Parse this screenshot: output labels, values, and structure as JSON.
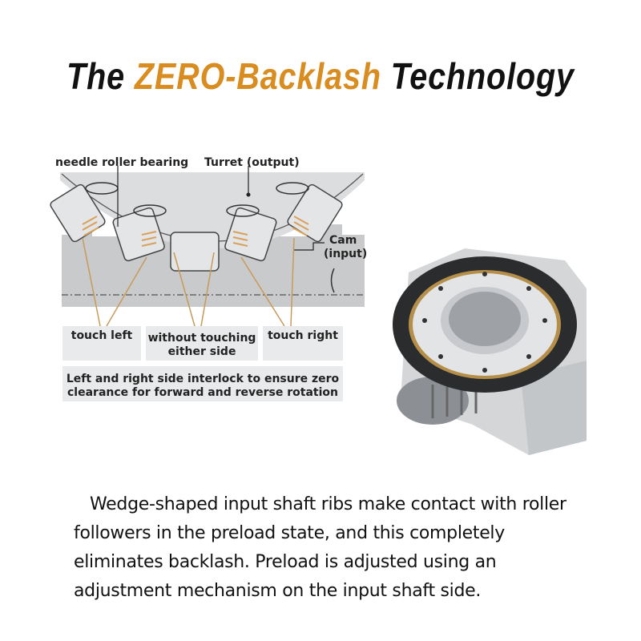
{
  "header": {
    "title_prefix": "The ",
    "title_accent": "ZERO-Backlash",
    "title_suffix": " Technology",
    "accent_color": "#d98c1f"
  },
  "diagram": {
    "labels": {
      "needle_roller_bearing": "needle roller bearing",
      "turret_output": "Turret (output)",
      "cam": "Cam",
      "cam_input": "(input)"
    },
    "states": [
      {
        "label": "touch left"
      },
      {
        "label_line1": "without touching",
        "label_line2": "either side"
      },
      {
        "label": "touch right"
      }
    ],
    "summary_line1": "Left and right side interlock to ensure zero",
    "summary_line2": "clearance for forward and reverse rotation",
    "colors": {
      "body": "#c9cacb",
      "turret": "#dcdddf",
      "arrow": "#d9a05b",
      "leader": "#c89a5a"
    }
  },
  "product_image": {
    "description": "roller gear cam indexer unit"
  },
  "description": {
    "text": "Wedge-shaped input shaft ribs make contact with roller followers in the preload state, and this completely eliminates backlash. Preload is adjusted using an adjustment mechanism on the input shaft side."
  }
}
